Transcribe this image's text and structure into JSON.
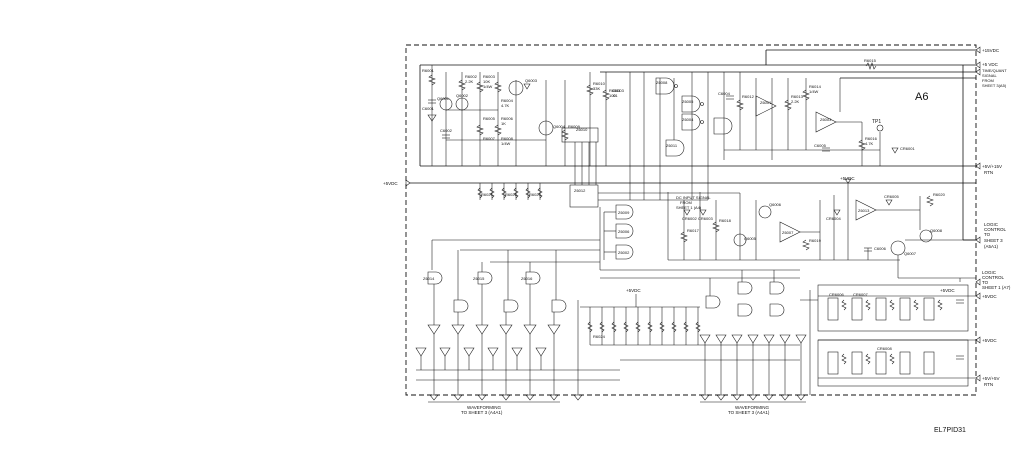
{
  "board": {
    "label": "A6",
    "figure_id": "EL7PID31"
  },
  "connectors_right": {
    "plus15vdc": "+15VDC",
    "plus5vdc": "+5 VDC",
    "time_quant_1": "TIME/QUANT",
    "time_quant_2": "SIGNAL",
    "time_quant_3": "FROM",
    "time_quant_4": "SHEET 3(A5)",
    "rtn_1": "+5V/+15V",
    "rtn_2": "RTN",
    "logic_a_1": "LOGIC",
    "logic_a_2": "CONTROL",
    "logic_a_3": "TO",
    "logic_a_4": "SHEET 3",
    "logic_a_5": "(A5A1)",
    "logic_b_1": "LOGIC",
    "logic_b_2": "CONTROL",
    "logic_b_3": "TO",
    "logic_b_4": "SHEET 1 (A7)",
    "plus5vdc_mid": "+5VDC",
    "plus5vdc_low": "+5VDC",
    "rtn_low_1": "+5V/+5V",
    "rtn_low_2": "RTN"
  },
  "connectors_left": {
    "plus5vdc": "+5VDC"
  },
  "bus_labels": {
    "plus5v_center": "+5VDC",
    "plus5v_right": "+5VDC",
    "plus5v_bottom": "+5VDC"
  },
  "annotations": {
    "dc_input_1": "DC INPUT SIGNAL",
    "dc_input_2": "FROM",
    "dc_input_3": "SHEET 1 (A4)",
    "tp1": "TP1"
  },
  "outputs": {
    "wf_left_1": "WAVEFORMING",
    "wf_left_2": "TO SHEET 3 (A4A1)",
    "wf_right_1": "WAVEFORMING",
    "wf_right_2": "TO SHEET 3 (A4A1)"
  },
  "ics": {
    "u1": "Z6010",
    "u2": "Z6012",
    "u3": "Z6008",
    "u4": "Z6005",
    "u5": "Z6004",
    "u6": "Z6011",
    "u7": "Z6009",
    "u8": "Z6006",
    "u9": "Z6002",
    "u10": "Z6001",
    "u11": "Z6003",
    "u12": "Z6007",
    "u13": "Z6013",
    "u14": "Z6014",
    "u15": "Z6015",
    "u16": "Z6016"
  },
  "transistors": {
    "q1": "Q6001",
    "q2": "Q6002",
    "q3": "Q6003",
    "q4": "Q6004",
    "q5": "Q6005",
    "q6": "Q6006",
    "q7": "Q6007",
    "q8": "Q6008"
  },
  "diodes": {
    "d1": "CR6001",
    "d2": "CR6002",
    "d3": "CR6003",
    "d4": "CR6004",
    "d5": "CR6005",
    "d6": "CR6006",
    "d7": "CR6007",
    "d8": "CR6008"
  },
  "resistors": {
    "r1": "R6001",
    "r2": "R6002",
    "r3": "R6003",
    "r4": "R6004",
    "r5": "R6005",
    "r6": "R6006",
    "r7": "R6007",
    "r8": "R6008",
    "r9": "R6009",
    "r10": "R6010",
    "r11": "R6011",
    "r12": "R6012",
    "r13": "R6013",
    "r14": "R6014",
    "r15": "R6015",
    "r16": "R6016",
    "r17": "R6017",
    "r18": "R6018",
    "r19": "R6019",
    "r20": "R6020",
    "r21": "R6021",
    "r22": "R6022",
    "r23": "R6023",
    "r24": "R6024"
  },
  "capacitors": {
    "c1": "C6001",
    "c2": "C6002",
    "c3": "C6003",
    "c4": "C6004",
    "c5": "C6005",
    "c6": "C6006"
  },
  "values": {
    "v1": "2.2K",
    "v2": "10K",
    "v3": "4.7K",
    "v4": "1K",
    "v5": "1/4W",
    "v6": "33K",
    "v7": "100",
    "v8": "2.2K",
    "v9": "1/4W",
    "v10": "4.7K",
    "v11": ".01",
    "v12": "1/4W"
  }
}
